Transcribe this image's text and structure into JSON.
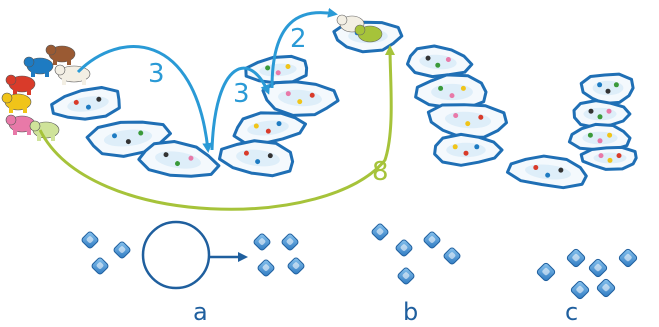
{
  "colors": {
    "arrow_blue": "#2a9ad6",
    "arrow_green": "#a6c33a",
    "tile_border": "#1f6fb5",
    "tile_fill": "#f4f9fd",
    "tile_ice": "#cfe6f7",
    "cube": "#4a98d8",
    "cube_dark": "#1f5f9e",
    "label_blue": "#1f5f9e"
  },
  "animal_pieces": [
    {
      "animal": "bear",
      "color": "#9a5a33"
    },
    {
      "animal": "bear",
      "color": "#1e7bc2"
    },
    {
      "animal": "bear",
      "color": "#d93b2a"
    },
    {
      "animal": "bear",
      "color": "#f0c419"
    },
    {
      "animal": "bear",
      "color": "#e879a8"
    },
    {
      "animal": "bear",
      "color": "#cfe39a"
    },
    {
      "animal": "polar-bear",
      "color": "#f3efe4"
    }
  ],
  "moves": [
    {
      "name": "move-3-first",
      "label": "3",
      "color": "blue"
    },
    {
      "name": "move-3-second",
      "label": "3",
      "color": "blue"
    },
    {
      "name": "move-2",
      "label": "2",
      "color": "blue"
    },
    {
      "name": "move-8",
      "label": "8",
      "color": "green"
    }
  ],
  "examples": [
    {
      "label": "a"
    },
    {
      "label": "b"
    },
    {
      "label": "c"
    }
  ]
}
